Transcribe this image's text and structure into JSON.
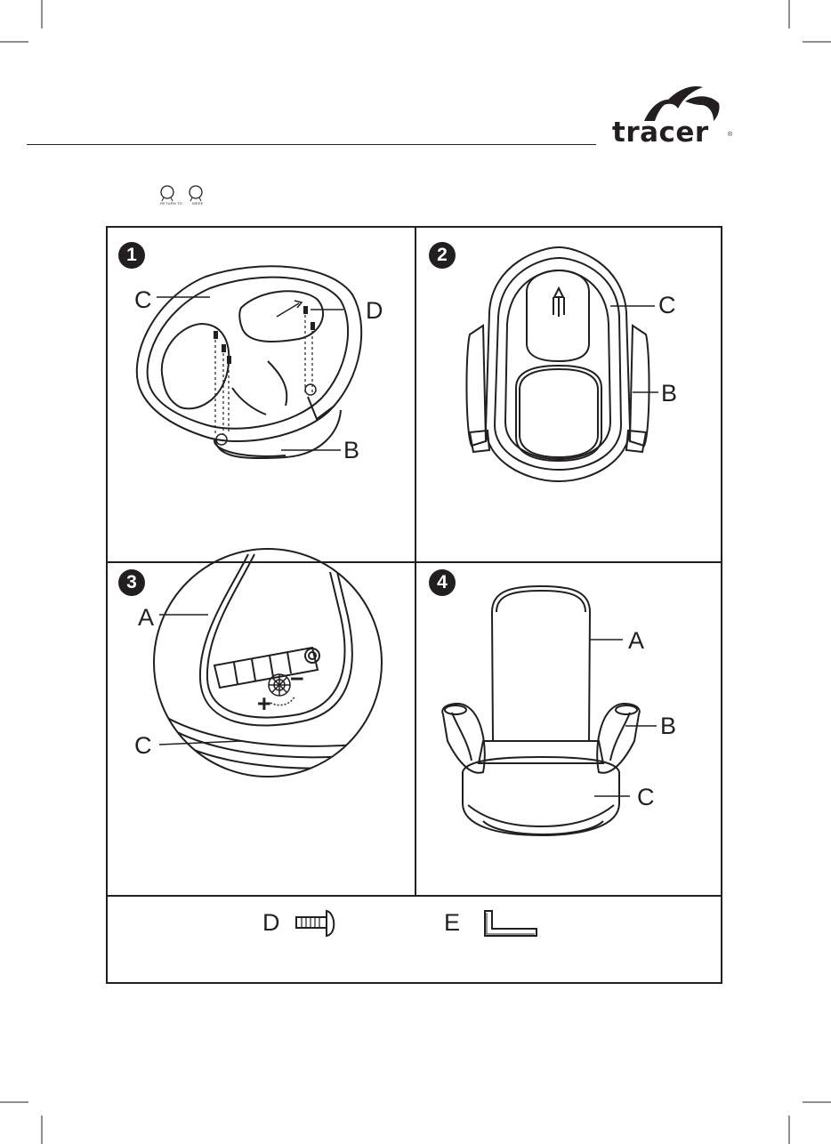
{
  "brand": {
    "name": "tracer",
    "registered_mark": "®"
  },
  "header": {
    "warranty_icons": [
      {
        "name": "recycle-icon",
        "caption": "RETURN TO"
      },
      {
        "name": "recycle-icon",
        "caption": "WEEE"
      }
    ]
  },
  "steps": [
    {
      "number": "1",
      "callouts": [
        "C",
        "D",
        "B"
      ]
    },
    {
      "number": "2",
      "callouts": [
        "C",
        "B"
      ]
    },
    {
      "number": "3",
      "callouts": [
        "A",
        "C"
      ],
      "adjust_symbols": {
        "plus": "+",
        "minus": "−"
      }
    },
    {
      "number": "4",
      "callouts": [
        "A",
        "B",
        "C"
      ]
    }
  ],
  "parts": [
    {
      "letter": "D",
      "icon": "bolt-icon"
    },
    {
      "letter": "E",
      "icon": "hex-key-icon"
    }
  ]
}
